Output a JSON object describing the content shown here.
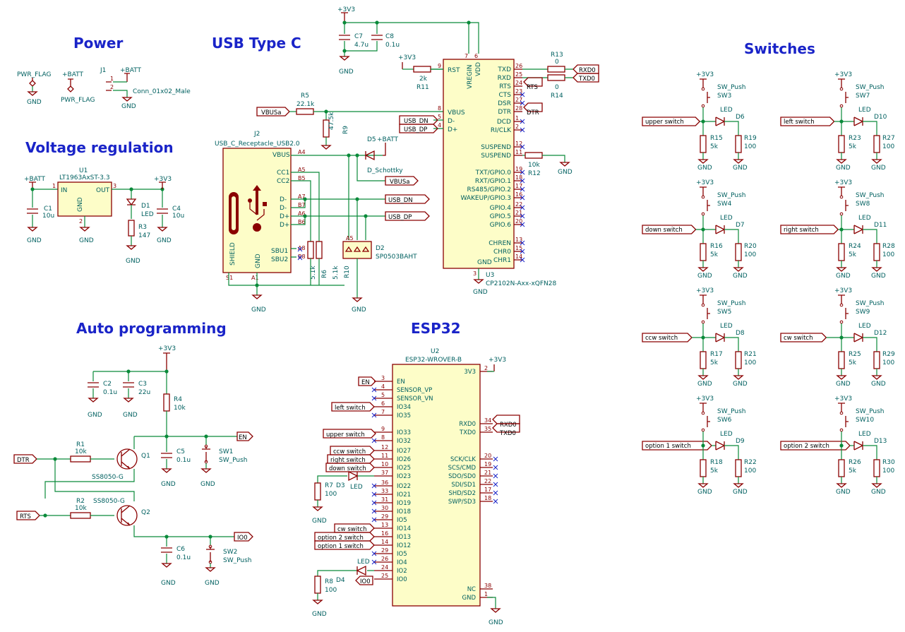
{
  "titles": {
    "power": "Power",
    "usb": "USB Type C",
    "vreg": "Voltage regulation",
    "autoprog": "Auto programming",
    "esp32": "ESP32",
    "switches": "Switches"
  },
  "power": {
    "pwr_flag": "PWR_FLAG",
    "batt": "+BATT",
    "gnd": "GND",
    "j1_ref": "J1",
    "j1_val": "Conn_01x02_Male",
    "pin1": "1",
    "pin2": "2"
  },
  "vreg": {
    "u1_ref": "U1",
    "u1_val": "LT1963AxST-3.3",
    "pin_in": "IN",
    "pin_out": "OUT",
    "pin_gnd": "GND",
    "n1": "1",
    "n2": "2",
    "n3": "3",
    "batt": "+BATT",
    "v33": "+3V3",
    "c1_ref": "C1",
    "c1_val": "10u",
    "c4_ref": "C4",
    "c4_val": "10u",
    "d1_ref": "D1",
    "d1_val": "LED",
    "r3_ref": "R3",
    "r3_val": "147",
    "gnd": "GND"
  },
  "usb": {
    "v33": "+3V3",
    "c7_ref": "C7",
    "c7_val": "4.7u",
    "c8_ref": "C8",
    "c8_val": "0.1u",
    "gnd": "GND",
    "r11_ref": "R11",
    "r11_val": "2k",
    "r5_ref": "R5",
    "r5_val": "22.1k",
    "r9_ref": "R9",
    "r9_val": "47.5k",
    "vbusa": "VBUSa",
    "j2_ref": "J2",
    "j2_val": "USB_C_Receptacle_USB2.0",
    "j2_pins": [
      "VBUS",
      "CC1",
      "CC2",
      "D-",
      "D-",
      "D+",
      "D+",
      "SBU1",
      "SBU2",
      "SHIELD",
      "GND"
    ],
    "j2_nums": [
      "A4",
      "A5",
      "B5",
      "A7",
      "B7",
      "A6",
      "B6",
      "A8",
      "B8",
      "S1",
      "A1"
    ],
    "d5_ref": "D5",
    "d5_val": "D_Schottky",
    "batt": "+BATT",
    "d2_ref": "D2",
    "d2_val": "SP0503BAHT",
    "r6_ref": "R6",
    "r6_val": "5.1k",
    "r10_ref": "R10",
    "r10_val": "5.1k",
    "usb_dn": "USB_DN",
    "usb_dp": "USB_DP",
    "u3_ref": "U3",
    "u3_val": "CP2102N-Axx-xQFN28",
    "u3_left": [
      "RST",
      "VBUS",
      "D-",
      "D+"
    ],
    "u3_left_nums": [
      "9",
      "8",
      "5",
      "4"
    ],
    "u3_top": [
      "VREGIN",
      "VDD"
    ],
    "u3_top_nums": [
      "7",
      "6"
    ],
    "u3_right": [
      "TXD",
      "RXD",
      "RTS",
      "CTS",
      "DSR",
      "DTR",
      "DCD",
      "RI/CLK",
      "SUSPEND",
      "SUSPEND",
      "TXT/GPIO.0",
      "RXT/GPIO.1",
      "RS485/GPIO.2",
      "WAKEUP/GPIO.3",
      "GPIO.4",
      "GPIO.5",
      "GPIO.6",
      "CHREN",
      "CHR0",
      "CHR1"
    ],
    "u3_right_nums": [
      "26",
      "25",
      "24",
      "23",
      "27",
      "28",
      "1",
      "2",
      "12",
      "11",
      "19",
      "18",
      "17",
      "16",
      "22",
      "21",
      "20",
      "13",
      "15",
      "14"
    ],
    "u3_gnd": "GND",
    "u3_gnd_num": "3",
    "r13_ref": "R13",
    "r13_val": "0",
    "r14_ref": "R14",
    "r14_val": "0",
    "r12_ref": "R12",
    "r12_val": "10k",
    "rxd0": "RXD0",
    "txd0": "TXD0",
    "rts": "RTS",
    "dtr": "DTR"
  },
  "autoprog": {
    "v33": "+3V3",
    "c2_ref": "C2",
    "c2_val": "0.1u",
    "c3_ref": "C3",
    "c3_val": "22u",
    "r4_ref": "R4",
    "r4_val": "10k",
    "r1_ref": "R1",
    "r1_val": "10k",
    "r2_ref": "R2",
    "r2_val": "10k",
    "q1_ref": "Q1",
    "q1_val": "SS8050-G",
    "q2_ref": "Q2",
    "q2_val": "SS8050-G",
    "c5_ref": "C5",
    "c5_val": "0.1u",
    "c6_ref": "C6",
    "c6_val": "0.1u",
    "sw1_ref": "SW1",
    "sw1_val": "SW_Push",
    "sw2_ref": "SW2",
    "sw2_val": "SW_Push",
    "en": "EN",
    "io0": "IO0",
    "dtr": "DTR",
    "rts": "RTS",
    "gnd": "GND"
  },
  "esp32": {
    "u2_ref": "U2",
    "u2_val": "ESP32-WROVER-B",
    "v33": "+3V3",
    "left_pins": [
      "EN",
      "SENSOR_VP",
      "SENSOR_VN",
      "IO34",
      "IO35",
      "IO33",
      "IO32",
      "IO27",
      "IO26",
      "IO25",
      "IO23",
      "IO22",
      "IO21",
      "IO19",
      "IO18",
      "IO5",
      "IO14",
      "IO13",
      "IO12",
      "IO5",
      "IO4",
      "IO2",
      "IO0"
    ],
    "left_nums": [
      "3",
      "4",
      "5",
      "6",
      "7",
      "9",
      "8",
      "12",
      "11",
      "10",
      "37",
      "36",
      "33",
      "31",
      "30",
      "29",
      "13",
      "16",
      "14",
      "29",
      "26",
      "24",
      "25"
    ],
    "right_pins": [
      "3V3",
      "RXD0",
      "TXD0",
      "SCK/CLK",
      "SCS/CMD",
      "SDO/SD0",
      "SDI/SD1",
      "SHD/SD2",
      "SWP/SD3",
      "NC",
      "GND"
    ],
    "right_nums": [
      "2",
      "34",
      "35",
      "20",
      "19",
      "21",
      "22",
      "17",
      "18",
      "38",
      "1"
    ],
    "labels": {
      "en": "EN",
      "left_switch": "left switch",
      "upper_switch": "upper switch",
      "ccw_switch": "ccw switch",
      "right_switch": "right switch",
      "down_switch": "down switch",
      "cw_switch": "cw switch",
      "option2": "option 2 switch",
      "option1": "option 1 switch",
      "io0": "IO0",
      "rxd0": "RXD0",
      "txd0": "TXD0"
    },
    "r7_ref": "R7",
    "r7_val": "100",
    "d3_ref": "D3",
    "d3_val": "LED",
    "r8_ref": "R8",
    "r8_val": "100",
    "d4_ref": "D4",
    "d4_val": "LED",
    "gnd": "GND"
  },
  "switches": [
    {
      "label": "upper switch",
      "sw": "SW3",
      "d": "D6",
      "r1": "R15",
      "r1v": "5k",
      "r2": "R19",
      "r2v": "100"
    },
    {
      "label": "left switch",
      "sw": "SW7",
      "d": "D10",
      "r1": "R23",
      "r1v": "5k",
      "r2": "R27",
      "r2v": "100"
    },
    {
      "label": "down switch",
      "sw": "SW4",
      "d": "D7",
      "r1": "R16",
      "r1v": "5k",
      "r2": "R20",
      "r2v": "100"
    },
    {
      "label": "right switch",
      "sw": "SW8",
      "d": "D11",
      "r1": "R24",
      "r1v": "5k",
      "r2": "R28",
      "r2v": "100"
    },
    {
      "label": "ccw switch",
      "sw": "SW5",
      "d": "D8",
      "r1": "R17",
      "r1v": "5k",
      "r2": "R21",
      "r2v": "100"
    },
    {
      "label": "cw switch",
      "sw": "SW9",
      "d": "D12",
      "r1": "R25",
      "r1v": "5k",
      "r2": "R29",
      "r2v": "100"
    },
    {
      "label": "option 1 switch",
      "sw": "SW6",
      "d": "D9",
      "r1": "R18",
      "r1v": "5k",
      "r2": "R22",
      "r2v": "100"
    },
    {
      "label": "option 2 switch",
      "sw": "SW10",
      "d": "D13",
      "r1": "R26",
      "r1v": "5k",
      "r2": "R30",
      "r2v": "100"
    }
  ],
  "switch_common": {
    "v33": "+3V3",
    "sw_val": "SW_Push",
    "led": "LED",
    "gnd": "GND"
  }
}
